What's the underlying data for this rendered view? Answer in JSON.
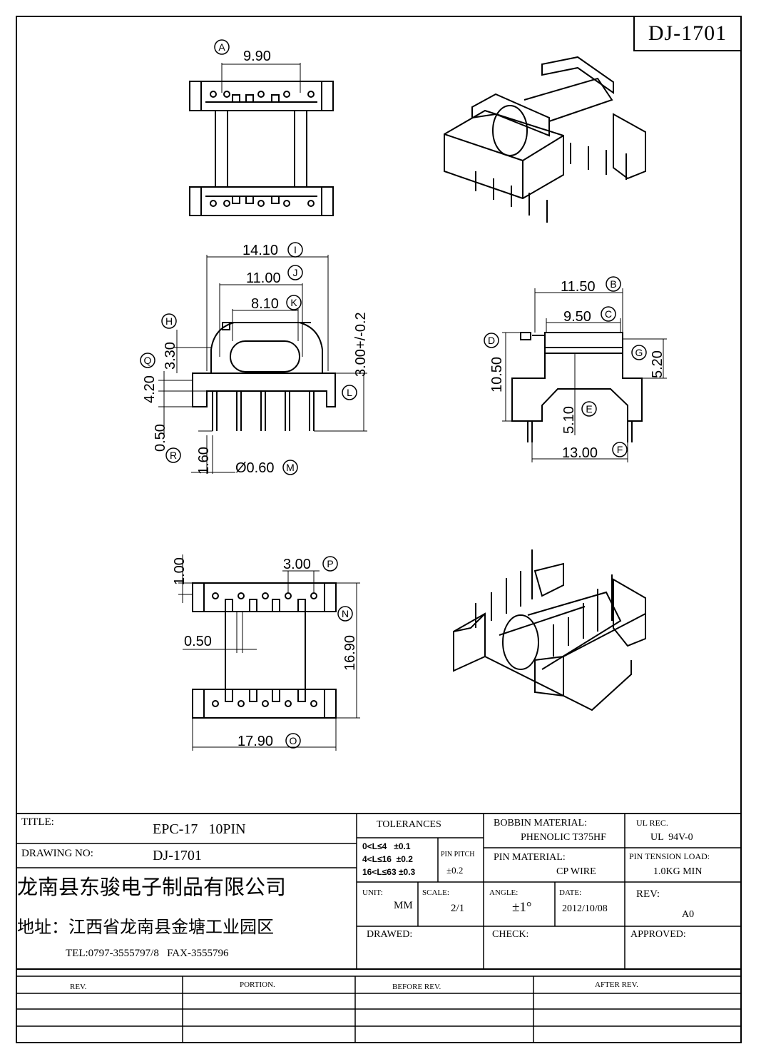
{
  "drawing_number_box": "DJ-1701",
  "dims": {
    "a": "9.90",
    "a_ref": "A",
    "i": "14.10",
    "i_ref": "I",
    "j": "11.00",
    "j_ref": "J",
    "k": "8.10",
    "k_ref": "K",
    "h": "3.30",
    "h_ref": "H",
    "q": "4.20",
    "q_ref": "Q",
    "r": "0.50",
    "r_ref": "R",
    "pin_len": "1.60",
    "m": "Ø0.60",
    "m_ref": "M",
    "l": "3.00+/-0.2",
    "l_ref": "L",
    "b": "11.50",
    "b_ref": "B",
    "c": "9.50",
    "c_ref": "C",
    "d": "10.50",
    "d_ref": "D",
    "g": "5.20",
    "g_ref": "G",
    "e": "5.10",
    "e_ref": "E",
    "f": "13.00",
    "f_ref": "F",
    "top": "1.00",
    "p": "3.00",
    "p_ref": "P",
    "gap": "0.50",
    "n": "16.90",
    "n_ref": "N",
    "o": "17.90",
    "o_ref": "O"
  },
  "title_block": {
    "title_label": "TITLE:",
    "title_value": "EPC-17   10PIN",
    "drawing_no_label": "DRAWING NO:",
    "drawing_no_value": "DJ-1701",
    "company": "龙南县东骏电子制品有限公司",
    "address": "地址：江西省龙南县金塘工业园区",
    "contact": "TEL:0797-3555797/8   FAX-3555796",
    "tolerances_label": "TOLERANCES",
    "tol_rows": [
      "0<L≤4   ±0.1",
      "4<L≤16  ±0.2",
      "16<L≤63 ±0.3"
    ],
    "pin_pitch_label": "PIN PITCH",
    "pin_pitch_value": "±0.2",
    "bobbin_material_label": "BOBBIN MATERIAL:",
    "bobbin_material_value": "PHENOLIC T375HF",
    "ul_rec_label": "UL REC.",
    "ul_rec_value": "UL  94V-0",
    "pin_material_label": "PIN MATERIAL:",
    "pin_material_value": "CP WIRE",
    "pin_tension_label": "PIN TENSION LOAD:",
    "pin_tension_value": "1.0KG MIN",
    "unit_label": "UNIT:",
    "unit_value": "MM",
    "scale_label": "SCALE:",
    "scale_value": "2/1",
    "angle_label": "ANGLE:",
    "angle_value": "±1°",
    "date_label": "DATE:",
    "date_value": "2012/10/08",
    "rev_label": "REV:",
    "rev_value": "A0",
    "drawed_label": "DRAWED:",
    "check_label": "CHECK:",
    "approved_label": "APPROVED:"
  },
  "revision_table": {
    "headers": [
      "REV.",
      "PORTION.",
      "BEFORE REV.",
      "AFTER REV."
    ]
  }
}
